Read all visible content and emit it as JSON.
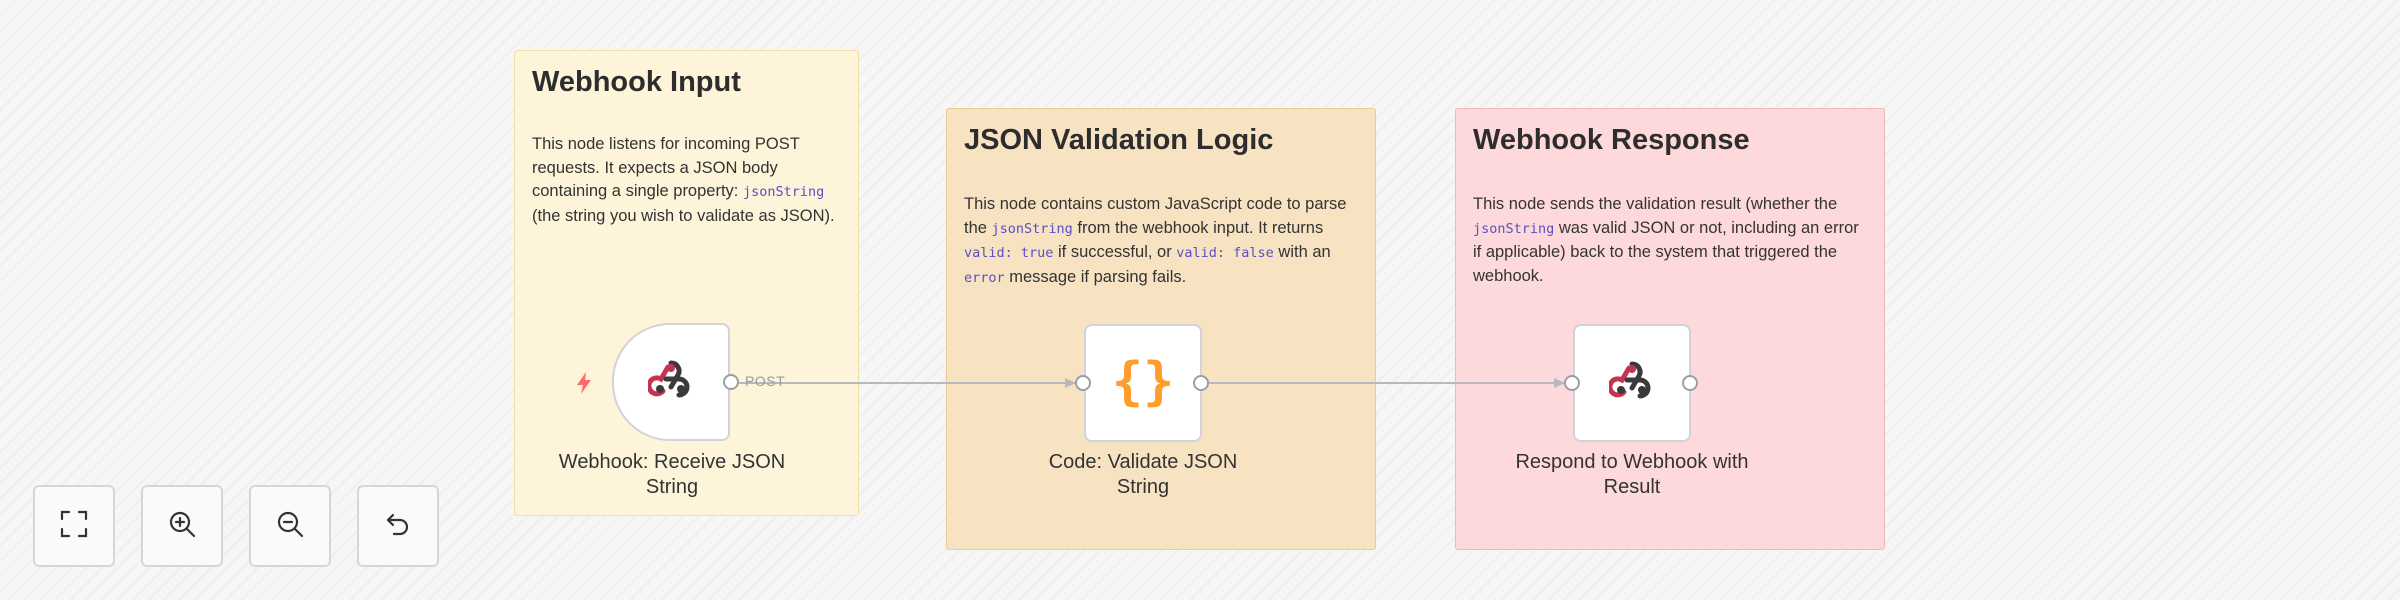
{
  "notes": {
    "input": {
      "title": "Webhook Input",
      "body_1": "This node listens for incoming POST requests. It expects a JSON body containing a single property: ",
      "code_1": "jsonString",
      "body_2": " (the string you wish to validate as JSON)."
    },
    "validate": {
      "title": "JSON Validation Logic",
      "body_1": "This node contains custom JavaScript code to parse the ",
      "code_1": "jsonString",
      "body_2": " from the webhook input. It returns ",
      "code_2": "valid: true",
      "body_3": " if successful, or ",
      "code_3": "valid: false",
      "body_4": " with an ",
      "code_4": "error",
      "body_5": " message if parsing fails."
    },
    "response": {
      "title": "Webhook Response",
      "body_1": "This node sends the validation result (whether the ",
      "code_1": "jsonString",
      "body_2": " was valid JSON or not, including an error if applicable) back to the system that triggered the webhook."
    }
  },
  "nodes": {
    "webhook": {
      "label": "Webhook: Receive JSON String",
      "icon": "webhook-icon"
    },
    "code": {
      "label": "Code: Validate JSON String",
      "icon": "code-braces-icon"
    },
    "respond": {
      "label": "Respond to Webhook with Result",
      "icon": "webhook-icon"
    }
  },
  "edges": {
    "webhook_to_code": {
      "label": "POST"
    }
  },
  "controls": {
    "fit_view": "fit-view-icon",
    "zoom_in": "zoom-in-icon",
    "zoom_out": "zoom-out-icon",
    "reset": "undo-icon"
  },
  "colors": {
    "note_input_bg": "#fdf4d9",
    "note_validate_bg": "#f7e3c2",
    "note_response_bg": "#fdd9dc",
    "code_icon": "#ff9d2b",
    "webhook_icon_red": "#c4344f",
    "trigger_bolt": "#ff6b6b"
  }
}
